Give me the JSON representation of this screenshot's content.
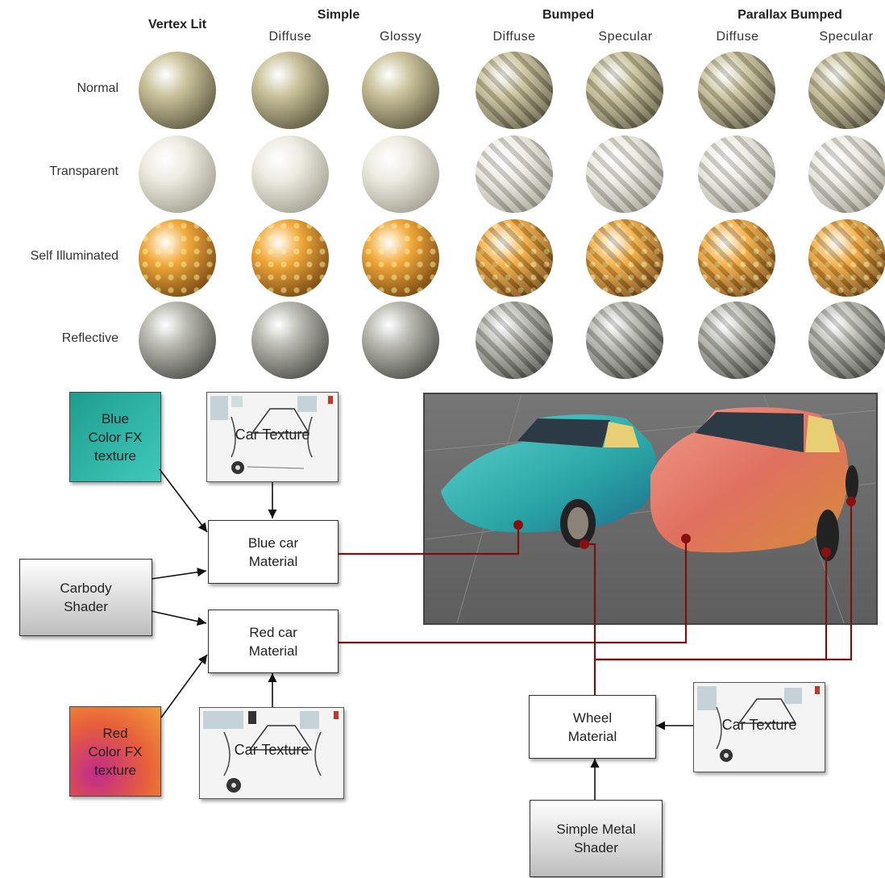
{
  "columns": {
    "vertex_lit": "Vertex Lit",
    "groups": [
      {
        "name": "Simple",
        "subs": [
          "Diffuse",
          "Glossy"
        ]
      },
      {
        "name": "Bumped",
        "subs": [
          "Diffuse",
          "Specular"
        ]
      },
      {
        "name": "Parallax Bumped",
        "subs": [
          "Diffuse",
          "Specular"
        ]
      }
    ]
  },
  "rows": [
    {
      "label": "Normal",
      "base": "#c9c19a",
      "dark": "#3d3a26"
    },
    {
      "label": "Transparent",
      "base": "#eeebe2",
      "dark": "#8c8878"
    },
    {
      "label": "Self Illuminated",
      "base": "#f2a93a",
      "dark": "#4a2505"
    },
    {
      "label": "Reflective",
      "base": "#b8b8b0",
      "dark": "#2e2e2a"
    }
  ],
  "diagram": {
    "blue_fx": "Blue\nColor FX\ntexture",
    "red_fx": "Red\nColor FX\ntexture",
    "car_texture_top": "Car Texture",
    "car_texture_bottom": "Car Texture",
    "car_texture_right": "Car Texture",
    "blue_material": "Blue car\nMaterial",
    "red_material": "Red car\nMaterial",
    "carbody_shader": "Carbody\nShader",
    "wheel_material": "Wheel\nMaterial",
    "metal_shader": "Simple Metal\nShader"
  },
  "colors": {
    "link_line": "#7a1010",
    "arrow": "#111111",
    "blue_car": "#2fb3b0",
    "red_car": "#e07060"
  }
}
